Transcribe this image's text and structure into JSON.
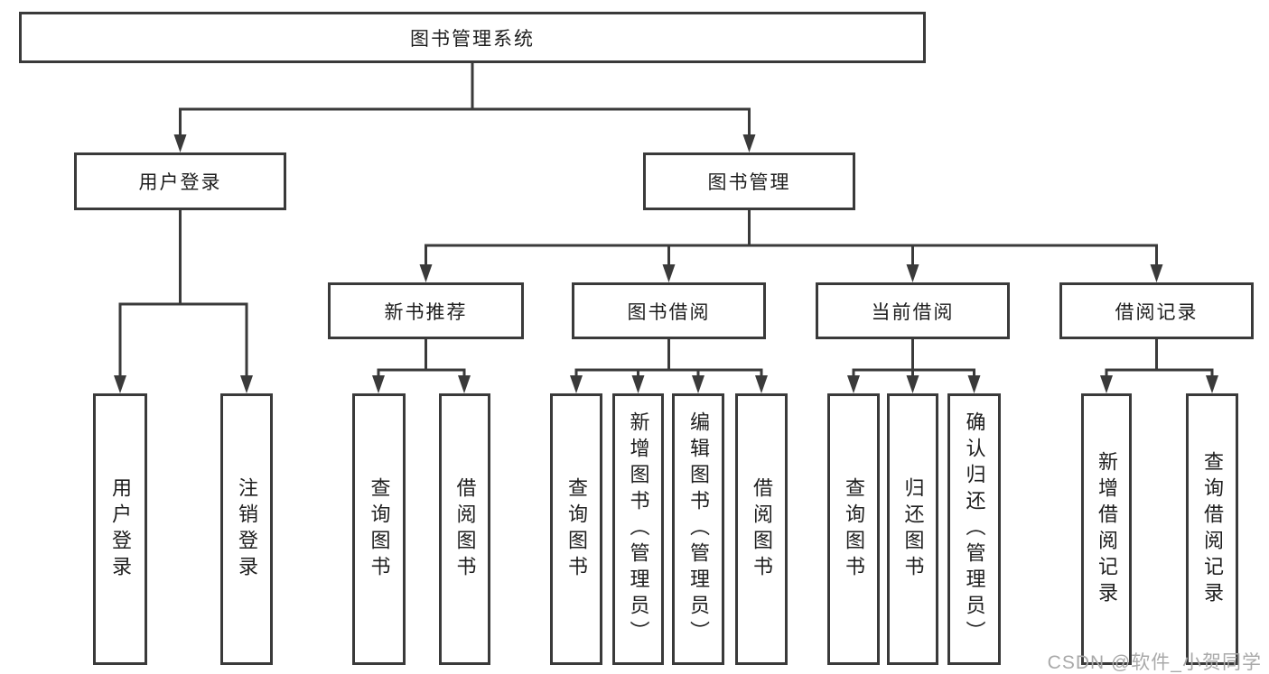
{
  "tree": {
    "label": "图书管理系统",
    "children": [
      {
        "label": "用户登录",
        "children": [
          {
            "label": "用户登录"
          },
          {
            "label": "注销登录"
          }
        ]
      },
      {
        "label": "图书管理",
        "children": [
          {
            "label": "新书推荐",
            "children": [
              {
                "label": "查询图书"
              },
              {
                "label": "借阅图书"
              }
            ]
          },
          {
            "label": "图书借阅",
            "children": [
              {
                "label": "查询图书"
              },
              {
                "label": "新增图书（管理员）"
              },
              {
                "label": "编辑图书（管理员）"
              },
              {
                "label": "借阅图书"
              }
            ]
          },
          {
            "label": "当前借阅",
            "children": [
              {
                "label": "查询图书"
              },
              {
                "label": "归还图书"
              },
              {
                "label": "确认归还（管理员）"
              }
            ]
          },
          {
            "label": "借阅记录",
            "children": [
              {
                "label": "新增借阅记录"
              },
              {
                "label": "查询借阅记录"
              }
            ]
          }
        ]
      }
    ]
  },
  "watermark": {
    "text": "CSDN @软件_小贺同学"
  },
  "colors": {
    "line": "#3a3a3a",
    "text": "#1e1e1e",
    "watermark": "#a9a9a9",
    "background": "#ffffff"
  }
}
